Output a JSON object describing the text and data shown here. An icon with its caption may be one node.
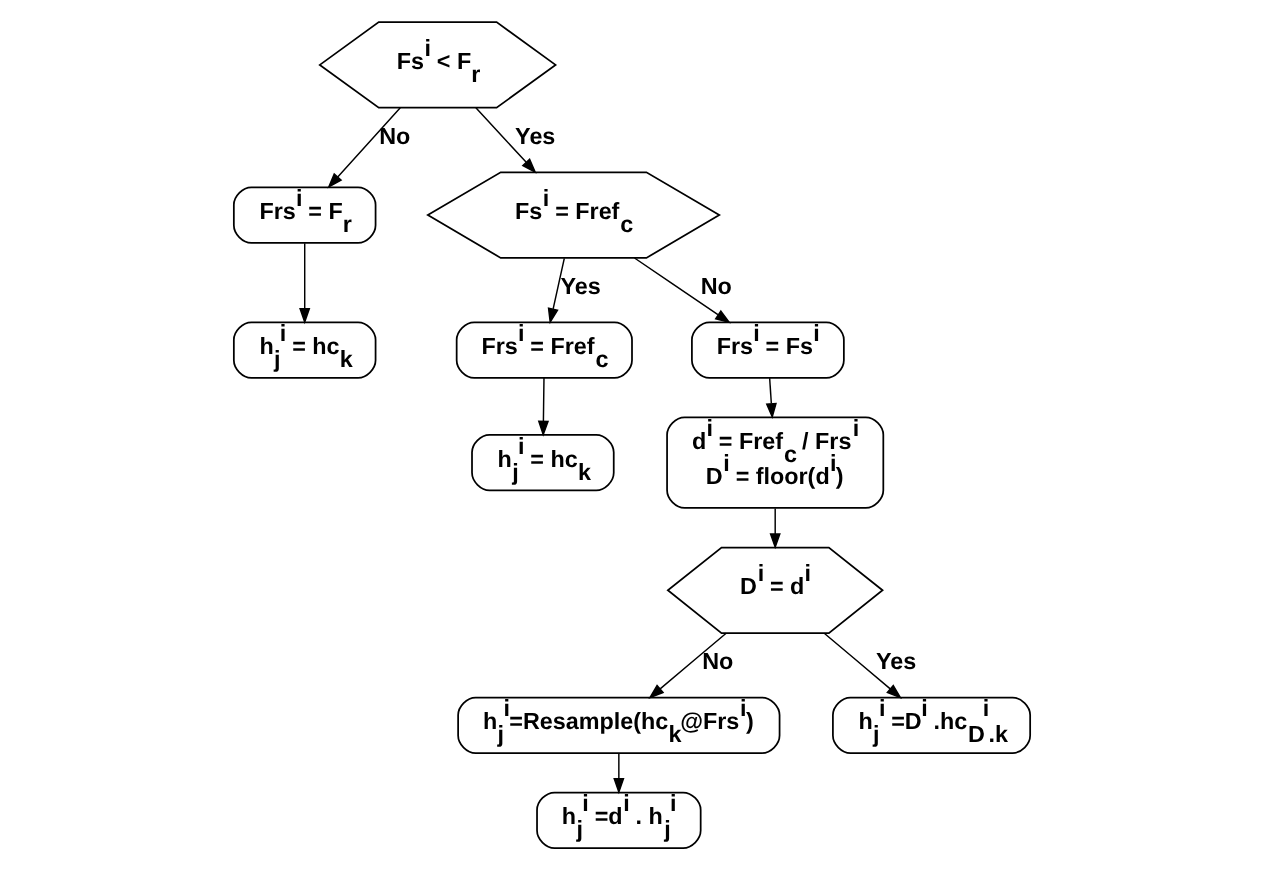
{
  "diagram": {
    "nodes": [
      {
        "text": [
          "Fs$^{i}$ < F$_{r}$"
        ]
      },
      {
        "text": [
          "Frs$^{i}$ = F$_{r}$"
        ]
      },
      {
        "text": [
          "h$_{j}$$^{i}$ = hc$_{k}$"
        ]
      },
      {
        "text": [
          "Fs$^{i}$ = Fref$_{c}$"
        ]
      },
      {
        "text": [
          "Frs$^{i}$ = Fref$_{c}$"
        ]
      },
      {
        "text": [
          "h$_{j}$$^{i}$ = hc$_{k}$"
        ]
      },
      {
        "text": [
          "Frs$^{i}$ = Fs$^{i}$"
        ]
      },
      {
        "text": [
          "d$^{i}$ = Fref$_{c}$ / Frs$^{i}$",
          "D$^{i}$ = floor(d$^{i}$)"
        ]
      },
      {
        "text": [
          "D$^{i}$ = d$^{i}$"
        ]
      },
      {
        "text": [
          "h$_{j}$$^{i}$=Resample(hc$_{k}$@Frs$^{i}$)"
        ]
      },
      {
        "text": [
          "h$_{j}$$^{i}$ =D$^{i}$ .hc$_{D}$$^{i}$$_{.k}$"
        ]
      },
      {
        "text": [
          "h$_{j}$$^{i}$ =d$^{i}$ . h$_{j}$$^{i}$"
        ]
      }
    ],
    "edges": [
      {
        "from": 0,
        "to": 1,
        "arrow": "to",
        "label": "No"
      },
      {
        "from": 0,
        "to": 3,
        "arrow": "to",
        "label": "Yes"
      },
      {
        "from": 1,
        "to": 2,
        "arrow": "to"
      },
      {
        "from": 3,
        "to": 4,
        "arrow": "to",
        "label": "Yes"
      },
      {
        "from": 3,
        "to": 6,
        "arrow": "to",
        "label": "No"
      },
      {
        "from": 4,
        "to": 5,
        "arrow": "to"
      },
      {
        "from": 6,
        "to": 7,
        "arrow": "to"
      },
      {
        "from": 7,
        "to": 8,
        "arrow": "to"
      },
      {
        "from": 8,
        "to": 9,
        "arrow": "to",
        "label": "No"
      },
      {
        "from": 8,
        "to": 10,
        "arrow": "to",
        "label": "Yes"
      },
      {
        "from": 9,
        "to": 11,
        "arrow": "to"
      }
    ]
  }
}
